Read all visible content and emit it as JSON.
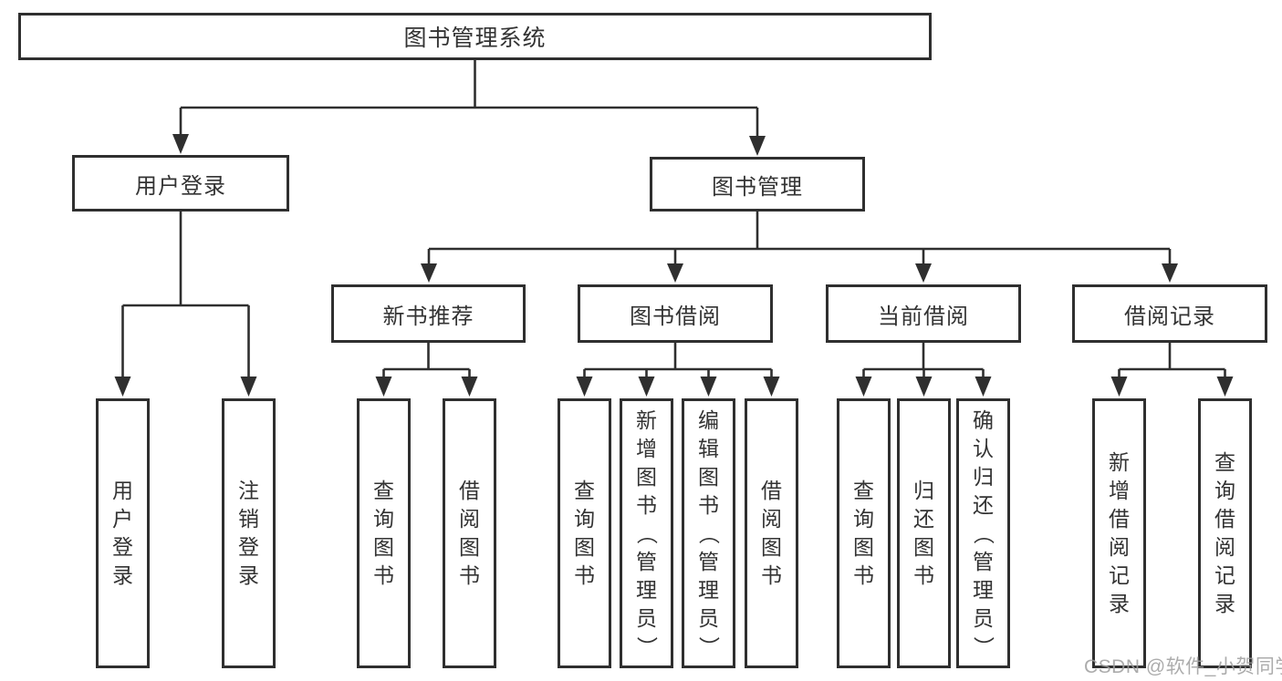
{
  "diagram": {
    "title": "图书管理系统",
    "watermark": "CSDN @软件_小贺同学",
    "colors": {
      "line": "#2f2f2f",
      "text": "#333333",
      "box_background": "#ffffff",
      "watermark": "#9e9e9e"
    },
    "nodes": {
      "root": {
        "label": "图书管理系统"
      },
      "user_login": {
        "label": "用户登录"
      },
      "book_mgmt": {
        "label": "图书管理"
      },
      "new_book_rec": {
        "label": "新书推荐"
      },
      "book_borrow": {
        "label": "图书借阅"
      },
      "current_borrow": {
        "label": "当前借阅"
      },
      "borrow_records": {
        "label": "借阅记录"
      },
      "leaf_user_login": {
        "label": "用户登录"
      },
      "leaf_logout": {
        "label": "注销登录"
      },
      "leaf_nbr_query": {
        "label": "查询图书"
      },
      "leaf_nbr_borrow": {
        "label": "借阅图书"
      },
      "leaf_bb_query": {
        "label": "查询图书"
      },
      "leaf_bb_add": {
        "label": "新增图书（管理员）"
      },
      "leaf_bb_edit": {
        "label": "编辑图书（管理员）"
      },
      "leaf_bb_borrow": {
        "label": "借阅图书"
      },
      "leaf_cb_query": {
        "label": "查询图书"
      },
      "leaf_cb_return": {
        "label": "归还图书"
      },
      "leaf_cb_confirm": {
        "label": "确认归还（管理员）"
      },
      "leaf_br_add": {
        "label": "新增借阅记录"
      },
      "leaf_br_query": {
        "label": "查询借阅记录"
      }
    },
    "hierarchy": {
      "root": "图书管理系统",
      "children": [
        {
          "label": "用户登录",
          "children": [
            "用户登录",
            "注销登录"
          ]
        },
        {
          "label": "图书管理",
          "children": [
            {
              "label": "新书推荐",
              "children": [
                "查询图书",
                "借阅图书"
              ]
            },
            {
              "label": "图书借阅",
              "children": [
                "查询图书",
                "新增图书（管理员）",
                "编辑图书（管理员）",
                "借阅图书"
              ]
            },
            {
              "label": "当前借阅",
              "children": [
                "查询图书",
                "归还图书",
                "确认归还（管理员）"
              ]
            },
            {
              "label": "借阅记录",
              "children": [
                "新增借阅记录",
                "查询借阅记录"
              ]
            }
          ]
        }
      ]
    }
  }
}
